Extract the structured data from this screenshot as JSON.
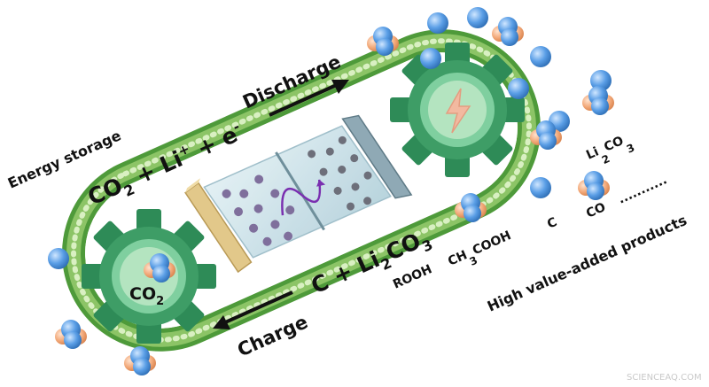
{
  "labels": {
    "energy_storage": "Energy storage",
    "discharge": "Discharge",
    "charge": "Charge",
    "reaction_left": {
      "co2_base": "CO",
      "co2_sub": "2",
      "li_base": " + Li",
      "li_sup": "+",
      "e_base": " + e",
      "e_sup": "-"
    },
    "reaction_right": {
      "c": "C + Li",
      "li_sub": "2",
      "co3": "CO",
      "co3_sub": "3"
    },
    "gear_co2": {
      "base": "CO",
      "sub": "2"
    },
    "high_value_products": "High value-added products",
    "products": {
      "rooh": "ROOH",
      "ch": "CH",
      "ch_sub": "3",
      "cooh": "COOH",
      "c": "C",
      "co": "CO",
      "dots": "...........",
      "li": "Li",
      "li_sub": "2",
      "co3_sub": "3"
    },
    "watermark": "SCIENCEAQ.COM"
  },
  "colors": {
    "belt_border": "#4e9a3a",
    "belt_fill": "#e8f5d8",
    "belt_bead": "#b7dd8c",
    "gear_dark": "#2e8b57",
    "gear_light": "#6fc29a",
    "gear_center": "#a9dfb2",
    "bolt": "#f2b9a0",
    "molecule_blue": "#4a90d9",
    "molecule_orange": "#f0a878",
    "cell_glass": "#cfe3ea",
    "anode": "#e2c88a",
    "cathode": "#8fa9b5",
    "particle": "#7f6f9c",
    "wave": "#7a2fb0"
  },
  "icons": {
    "top_gear": "lightning-gear-icon",
    "bottom_gear": "co2-gear-icon",
    "molecule": "co2-molecule-icon",
    "arrow_discharge": "arrow-right-icon",
    "arrow_charge": "arrow-left-icon"
  }
}
